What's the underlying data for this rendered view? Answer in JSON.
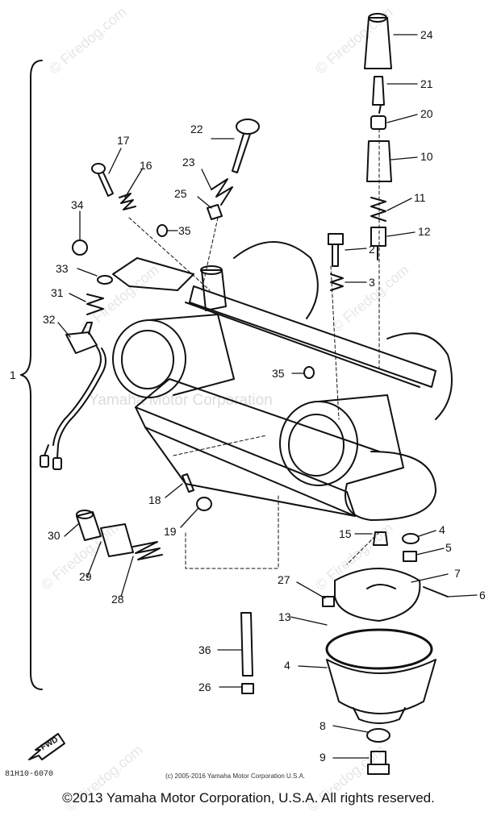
{
  "watermark": "© Firedog.com",
  "footer": "©2013 Yamaha Motor Corporation, U.S.A. All rights reserved.",
  "small_copyright": "(c) 2005-2016 Yamaha Motor Corporation U.S.A.",
  "diagram_code": "81H10-6070",
  "center_watermark": "Yamaha Motor Corporation",
  "fwd_label": "FWD",
  "callouts": {
    "c1": "1",
    "c2": "2",
    "c3": "3",
    "c4a": "4",
    "c4b": "4",
    "c5": "5",
    "c6": "6",
    "c7": "7",
    "c8": "8",
    "c9": "9",
    "c10": "10",
    "c11": "11",
    "c12": "12",
    "c13": "13",
    "c15": "15",
    "c16": "16",
    "c17": "17",
    "c18": "18",
    "c19": "19",
    "c20": "20",
    "c21": "21",
    "c22": "22",
    "c23": "23",
    "c24": "24",
    "c25": "25",
    "c26": "26",
    "c27": "27",
    "c28": "28",
    "c29": "29",
    "c30": "30",
    "c31": "31",
    "c32": "32",
    "c33": "33",
    "c34": "34",
    "c35a": "35",
    "c35b": "35",
    "c36": "36"
  }
}
